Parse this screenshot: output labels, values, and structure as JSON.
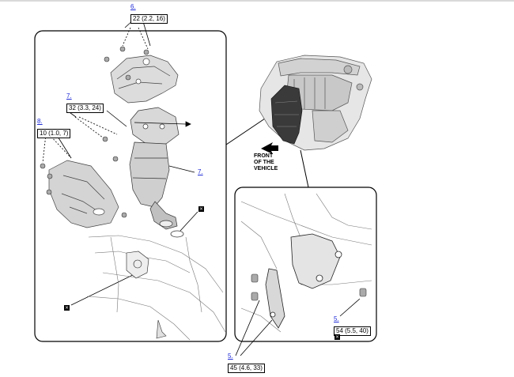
{
  "callouts": {
    "c6": {
      "ref": "6.",
      "torque": "22 (2.2, 16)"
    },
    "c7": {
      "ref": "7.",
      "torque": "32 (3.3, 24)"
    },
    "c8": {
      "ref": "8.",
      "torque": "10 (1.0, 7)"
    },
    "c7b": {
      "ref": "7."
    },
    "c5a": {
      "ref": "5.",
      "torque": "54 (5.5, 40)"
    },
    "c5b": {
      "ref": "5.",
      "torque": "45 (4.6, 33)"
    }
  },
  "front_label": [
    "FRONT",
    "OF THE",
    "VEHICLE"
  ],
  "replace_mark": "×",
  "icons": {
    "replace": "replace-part-icon",
    "bolt": "bolt-icon",
    "arrow": "front-arrow-icon"
  }
}
